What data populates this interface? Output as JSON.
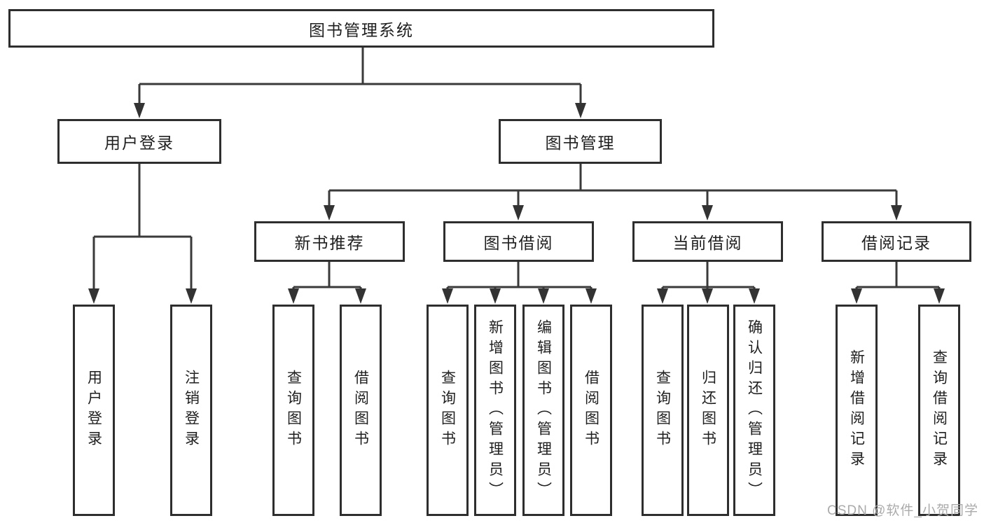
{
  "tree": {
    "root": {
      "label": "图书管理系统"
    },
    "children": [
      {
        "label": "用户登录",
        "children": [
          {
            "label": "用户登录"
          },
          {
            "label": "注销登录"
          }
        ]
      },
      {
        "label": "图书管理",
        "children": [
          {
            "label": "新书推荐",
            "children": [
              {
                "label": "查询图书"
              },
              {
                "label": "借阅图书"
              }
            ]
          },
          {
            "label": "图书借阅",
            "children": [
              {
                "label": "查询图书"
              },
              {
                "label": "新增图书（管理员）"
              },
              {
                "label": "编辑图书（管理员）"
              },
              {
                "label": "借阅图书"
              }
            ]
          },
          {
            "label": "当前借阅",
            "children": [
              {
                "label": "查询图书"
              },
              {
                "label": "归还图书"
              },
              {
                "label": "确认归还（管理员）"
              }
            ]
          },
          {
            "label": "借阅记录",
            "children": [
              {
                "label": "新增借阅记录"
              },
              {
                "label": "查询借阅记录"
              }
            ]
          }
        ]
      }
    ]
  },
  "watermark": {
    "text": "CSDN @软件_小贺同学"
  },
  "colors": {
    "background": "#ffffff",
    "box_border": "#2e2e2e",
    "connector_line": "#3a3a3a",
    "text": "#1f1f1f",
    "watermark": "#ababab"
  }
}
